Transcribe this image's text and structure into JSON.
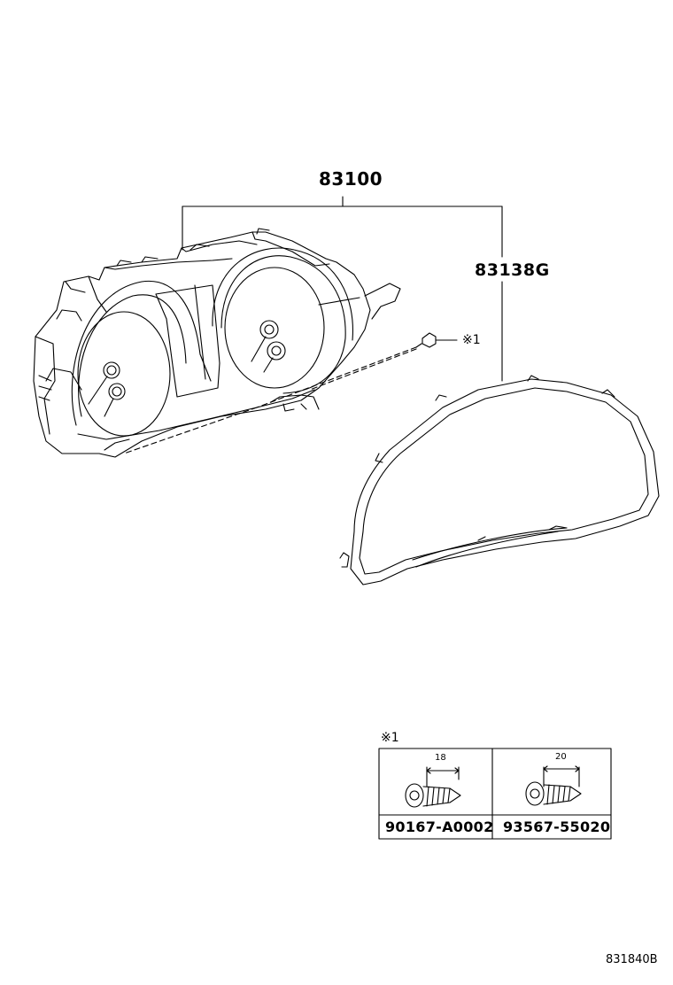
{
  "callouts": {
    "main_part": "83100",
    "lens_part": "83138G",
    "screw_ref": "※1"
  },
  "note": {
    "mark": "※1",
    "screws": [
      {
        "length": "18",
        "part_number": "90167-A0002"
      },
      {
        "length": "20",
        "part_number": "93567-55020"
      }
    ]
  },
  "drawing_number": "831840B"
}
